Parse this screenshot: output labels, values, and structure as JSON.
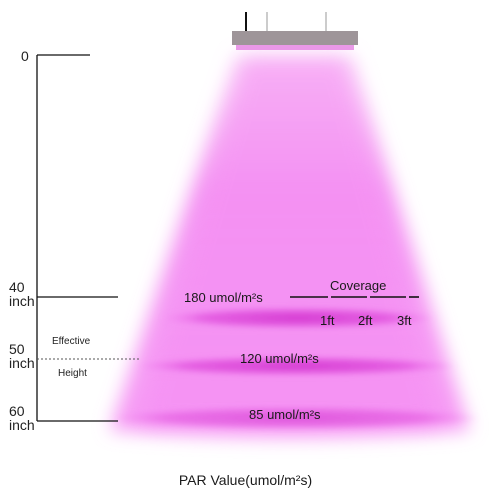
{
  "ruler": {
    "marks": [
      {
        "value": "0",
        "unit": ""
      },
      {
        "value": "40",
        "unit": "inch"
      },
      {
        "value": "50",
        "unit": "inch"
      },
      {
        "value": "60",
        "unit": "inch"
      }
    ],
    "effective_label": "Effective",
    "height_label": "Height"
  },
  "par_levels": [
    {
      "value": "180 umol/m²s"
    },
    {
      "value": "120 umol/m²s"
    },
    {
      "value": "85 umol/m²s"
    }
  ],
  "coverage": {
    "title": "Coverage",
    "ticks": [
      "1ft",
      "2ft",
      "3ft"
    ]
  },
  "footer_label": "PAR Value(umol/m²s)",
  "colors": {
    "light_beam": "#f27ef0",
    "light_ellipse": "#d93fd6",
    "fixture": "#9e9599",
    "text": "#222222"
  }
}
